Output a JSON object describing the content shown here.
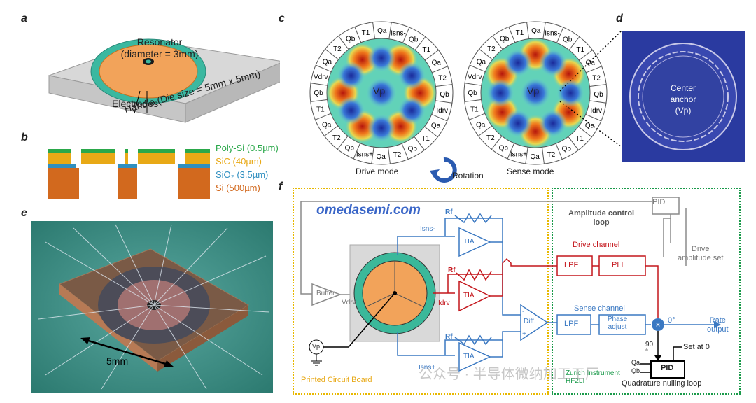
{
  "panels": {
    "a": {
      "label": "a",
      "resonator_label": "Resonator",
      "resonator_size": "(diameter = 3mm)",
      "electrodes_label": "Electrodes",
      "handle_label": "Handle (Die size = 5mm x 5mm)"
    },
    "b": {
      "label": "b",
      "layers": [
        {
          "name": "Poly-Si (0.5µm)",
          "color": "#2aa84a"
        },
        {
          "name": "SiC (40µm)",
          "color": "#e8a916"
        },
        {
          "name": "SiO₂ (3.5µm)",
          "color": "#2f8fc0"
        },
        {
          "name": "Si (500µm)",
          "color": "#d2691e"
        }
      ]
    },
    "c": {
      "label": "c",
      "center_label": "Vp",
      "drive_caption": "Drive mode",
      "sense_caption": "Sense mode",
      "rotation_label": "Rotation",
      "electrode_ring": [
        "Qa",
        "Isns-",
        "Qb",
        "T1",
        "Qa",
        "T2",
        "Qb",
        "Idrv",
        "Qa",
        "T1",
        "Qb",
        "T2",
        "Qa",
        "Isns+",
        "Qb",
        "T2",
        "Qa",
        "T1",
        "Qb",
        "Vdrv",
        "Qa",
        "T2",
        "Qb",
        "T1"
      ]
    },
    "d": {
      "label": "d",
      "anchor_line1": "Center",
      "anchor_line2": "anchor",
      "anchor_line3": "(Vp)"
    },
    "e": {
      "label": "e",
      "scale_label": "5mm"
    },
    "f": {
      "label": "f",
      "watermark": "omedasemi.com",
      "pcb_label": "Printed Circuit Board",
      "zurich_label_1": "Zurich Instrument",
      "zurich_label_2": "HF2LI",
      "amp_loop_1": "Amplitude control",
      "amp_loop_2": "loop",
      "pid_top": "PID",
      "drive_amp_1": "Drive",
      "drive_amp_2": "amplitude set",
      "drive_channel": "Drive channel",
      "lpf1": "LPF",
      "pll": "PLL",
      "sense_channel": "Sense channel",
      "lpf2": "LPF",
      "phase_1": "Phase",
      "phase_2": "adjust",
      "deg0": "0°",
      "rate_1": "Rate",
      "rate_2": "output",
      "deg90_1": "90",
      "deg90_2": "°",
      "set_at_0": "Set at 0",
      "pid_bottom": "PID",
      "quad_loop": "Quadrature nulling loop",
      "qa_out": "Qa",
      "qb_out": "Qb",
      "buffer": "Buffer",
      "vdrv": "Vdrv",
      "vp": "Vp",
      "isns_minus": "Isns-",
      "isns_plus": "Isns+",
      "idrv": "Idrv",
      "rf": "Rf",
      "tia": "TIA",
      "diff": "Diff.",
      "minus": "-",
      "plus": "+",
      "wechat_watermark": "公众号 · 半导体微纳加工工厂"
    }
  },
  "colors": {
    "pcb_border": "#e8b800",
    "zurich_border": "#1a9a4a",
    "blue_line": "#3a78c2",
    "red_line": "#c4161c",
    "gray_line": "#8a8a8a",
    "watermark": "#3a66c8"
  }
}
